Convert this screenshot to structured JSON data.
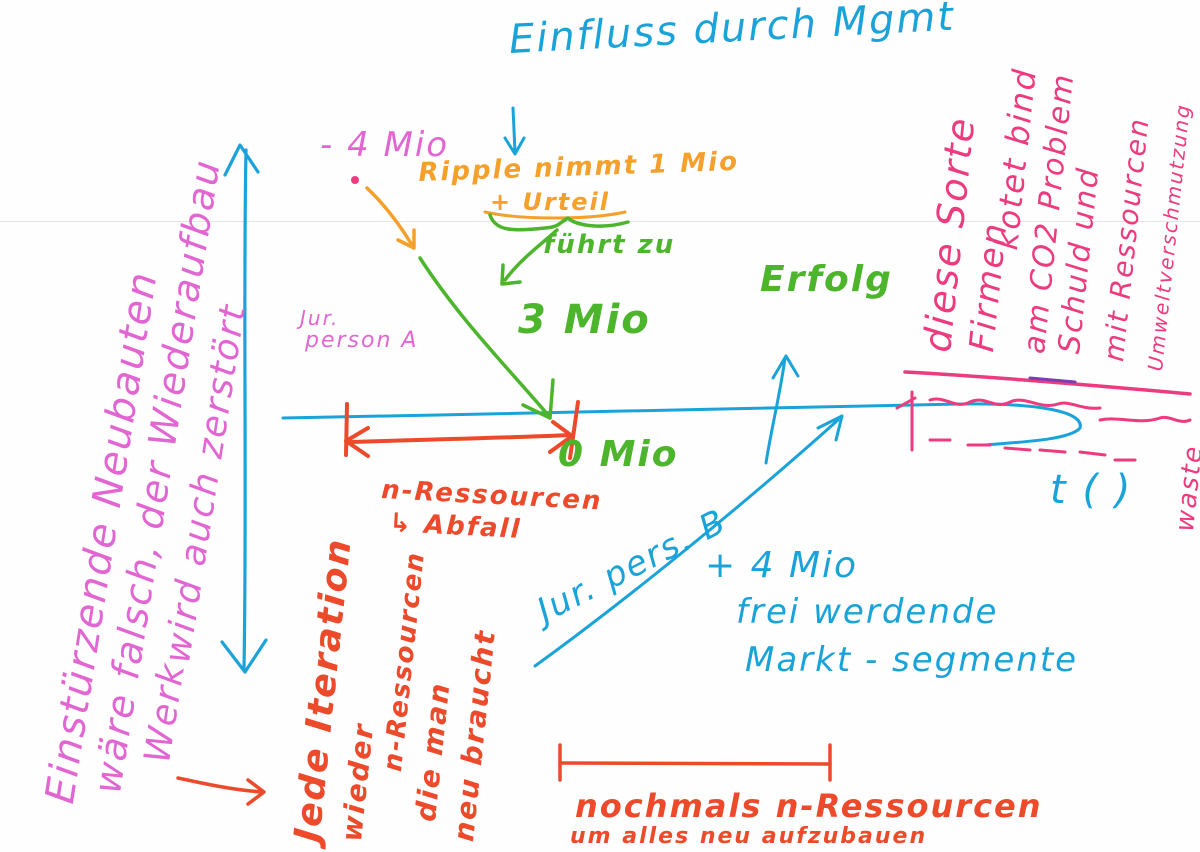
{
  "colors": {
    "blue": "#1aa3d9",
    "green": "#4cb52c",
    "orange": "#f5a02a",
    "red": "#ec4a2a",
    "pink": "#ec3b7e",
    "violet": "#e266d2",
    "purple": "#7a3fae"
  },
  "labels": {
    "mgmt": "Einfluss durch Mgmt",
    "minus4mio": "- 4 Mio",
    "ripple1": "Ripple nimmt 1 Mio",
    "ripple2": "+ Urteil",
    "fuehrt": "führt zu",
    "erfolg": "Erfolg",
    "mio3": "3 Mio",
    "jurA1": "Jur.",
    "jurA2": "person A",
    "mio0": "0 Mio",
    "nres1": "n-Ressourcen",
    "nres2": "↳ Abfall",
    "jurB": "Jur. pers. B",
    "plus4": "+ 4 Mio",
    "frei": "frei werdende",
    "markt": "Markt - segmente",
    "iter1": "Jede Iteration",
    "iter2": "wieder",
    "iter3": "n-Ressourcen",
    "iter4": "die man",
    "iter5": "neu braucht",
    "nochmals": "nochmals  n-Ressourcen",
    "aufbauen": "um alles neu aufzubauen",
    "left1": "Einstürzende Neubauten",
    "left2": "wäre falsch, der Wiederaufbau",
    "left3": "wird auch zerstört",
    "left4": "Werk",
    "right1": "diese Sorte",
    "right2": "Firmen",
    "right3": "kotet bind",
    "right4": "am CO2 Problem",
    "right5": "Schuld und",
    "right6": "mit Ressourcen",
    "right7": "Umweltverschmutzung",
    "tl": "t ( )",
    "waste": "waste"
  }
}
